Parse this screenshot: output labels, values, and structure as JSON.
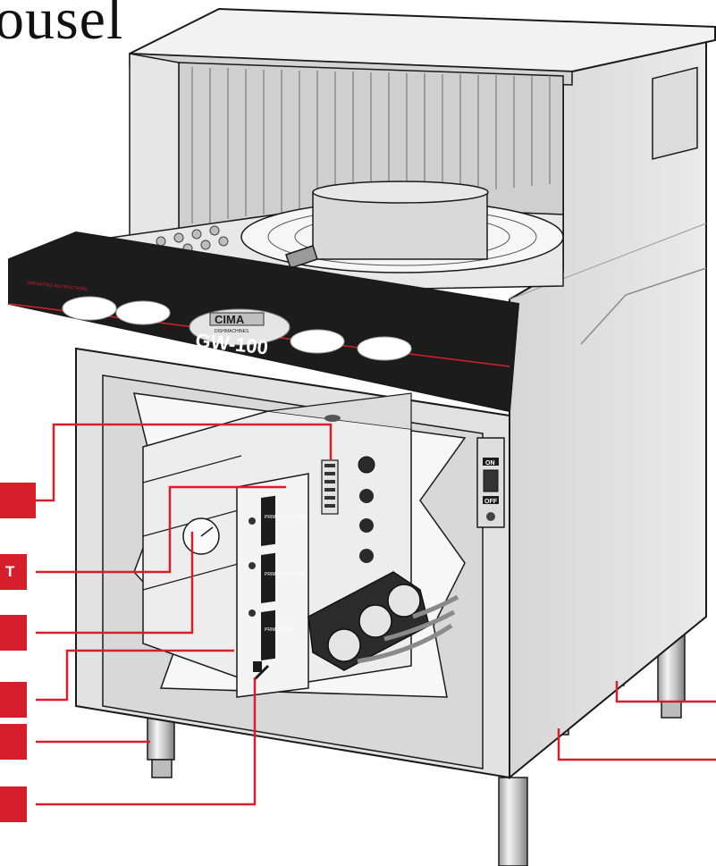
{
  "title": {
    "text": "ousel"
  },
  "machine": {
    "brand": "CIMA",
    "brand_sub": "DISHMACHINES",
    "model": "GW-100",
    "panel_heading": "OPERATING INSTRUCTIONS",
    "switch_on": "ON",
    "switch_off": "OFF",
    "prime_labels": [
      {
        "title": "PRIME\nDETERGENT"
      },
      {
        "title": "PRIME\nSANITIZER"
      },
      {
        "title": "PRIME\nRINSE"
      }
    ]
  },
  "callouts": [
    {
      "id": "c1",
      "label": ""
    },
    {
      "id": "c2",
      "label": "T"
    },
    {
      "id": "c3",
      "label": ""
    },
    {
      "id": "c4",
      "label": ""
    },
    {
      "id": "c5",
      "label": ""
    },
    {
      "id": "c6",
      "label": ""
    },
    {
      "id": "c7",
      "label": ""
    },
    {
      "id": "c8",
      "label": ""
    }
  ],
  "colors": {
    "callout": "#d71f2b",
    "panel": "#1c1c1c",
    "steel_light": "#eeeeee",
    "steel_mid": "#cfcfcf",
    "steel_dark": "#9a9a9a",
    "outline": "#1a1a1a"
  }
}
